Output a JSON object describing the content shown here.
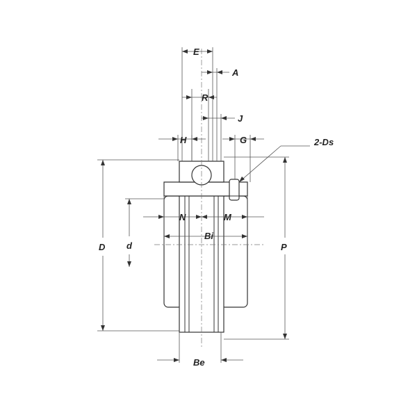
{
  "labels": {
    "E": "E",
    "A": "A",
    "R": "R",
    "J": "J",
    "H": "H",
    "G": "G",
    "set_screw": "2-Ds",
    "N": "N",
    "M": "M",
    "Bi": "Bi",
    "D": "D",
    "d": "d",
    "P": "P",
    "Be": "Be"
  },
  "colors": {
    "line": "#333333",
    "hatch": "#666666",
    "background": "#ffffff"
  }
}
